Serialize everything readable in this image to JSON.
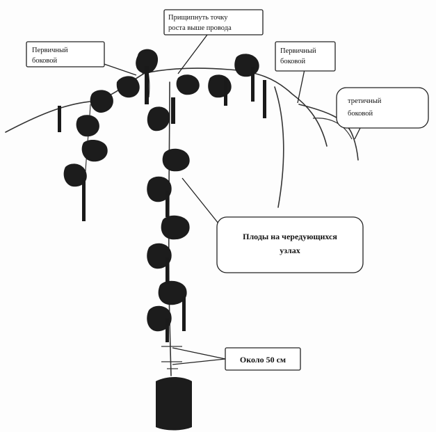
{
  "labels": {
    "top_center": [
      "Прищипнуть точку",
      "роста выше провода"
    ],
    "left_lateral": [
      "Первичный",
      "боковой"
    ],
    "right_lateral": [
      "Первичный",
      "боковой"
    ],
    "tertiary": [
      "третичный",
      "боковой"
    ],
    "fruits": [
      "Плоды на чередующихся",
      "узлах"
    ],
    "spacing": "Около 50 см"
  },
  "colors": {
    "plant": "#1c1c1c",
    "line": "#333333",
    "background": "#fdfdfd"
  }
}
